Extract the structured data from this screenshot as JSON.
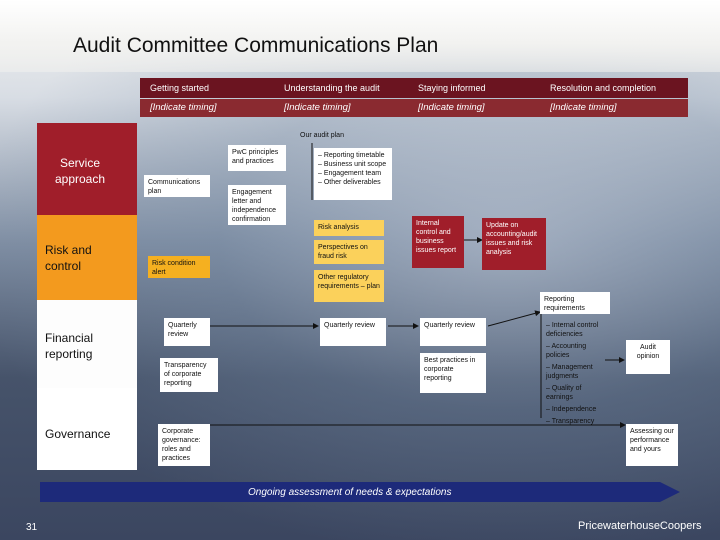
{
  "title": "Audit Committee Communications Plan",
  "phases": [
    "Getting started",
    "Understanding the audit",
    "Staying informed",
    "Resolution and completion"
  ],
  "timing": "[Indicate timing]",
  "rows": {
    "service": "Service approach",
    "risk": "Risk and control",
    "financial": "Financial reporting",
    "governance": "Governance"
  },
  "audit_plan_label": "Our audit plan",
  "boxes": {
    "comm_plan": "Communications plan",
    "pwc_principles": "PwC principles and practices",
    "engagement_letter": "Engagement letter and independence confirmation",
    "plan_list": [
      "– Reporting timetable",
      "– Business unit scope",
      "– Engagement team",
      "– Other deliverables"
    ],
    "risk_analysis": "Risk analysis",
    "fraud_perspectives": "Perspectives on fraud risk",
    "regulatory": "Other regulatory requirements – plan",
    "internal_control": "Internal control and business issues report",
    "update_accounting": "Update on accounting/audit issues and risk analysis",
    "risk_condition": "Risk condition alert",
    "reporting_req": "Reporting requirements",
    "qr1": "Quarterly review",
    "qr2": "Quarterly review",
    "qr3": "Quarterly review",
    "transparency": "Transparency of corporate reporting",
    "best_practices": "Best practices in corporate reporting",
    "req_list": [
      "– Internal control deficiencies",
      "– Accounting policies",
      "– Management judgments",
      "– Quality of earnings",
      "– Independence",
      "– Transparency"
    ],
    "audit_opinion": "Audit opinion",
    "corporate_governance": "Corporate governance: roles and practices",
    "assessing": "Assessing our performance and yours"
  },
  "ongoing": "Ongoing assessment of needs & expectations",
  "page_number": "31",
  "brand": "PricewaterhouseCoopers"
}
